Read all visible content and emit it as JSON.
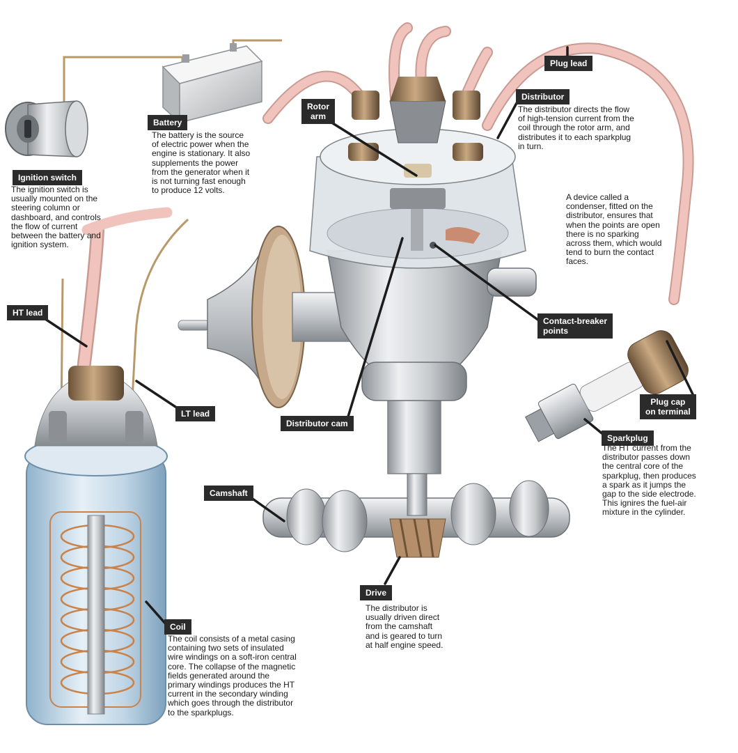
{
  "colors": {
    "label_bg": "#2b2b2b",
    "label_text": "#ffffff",
    "leader": "#1c1c1c",
    "lead_cable": "#f0c4bd",
    "coil_blue": "#c8dcec",
    "winding": "#c9824a",
    "metal": "#c4c8cc"
  },
  "components": {
    "ignition_switch": {
      "label": "Ignition switch",
      "description": "The ignition switch is\nusually mounted on the\nsteering column or\ndashboard, and controls\nthe flow of current\nbetween the battery and\nignition system."
    },
    "battery": {
      "label": "Battery",
      "description": "The battery is the source\nof electric power when the\nengine is stationary. It also\nsupplements the power\nfrom the generator when it\nis not turning fast enough\nto produce 12 volts."
    },
    "rotor_arm": {
      "label": "Rotor\narm"
    },
    "distributor": {
      "label": "Distributor",
      "description": "The distributor directs the flow\nof high-tension current from the\ncoil through the rotor arm, and\ndistributes it to each sparkplug\nin turn."
    },
    "plug_lead": {
      "label": "Plug lead"
    },
    "condenser_note": "A device called a\ncondenser, fitted on the\ndistributor, ensures that\nwhen the points are open\nthere is no sparking\nacross them, which would\ntend to burn the contact\nfaces.",
    "contact_breaker": {
      "label": "Contact-breaker\npoints"
    },
    "ht_lead": {
      "label": "HT lead"
    },
    "lt_lead": {
      "label": "LT lead"
    },
    "distributor_cam": {
      "label": "Distributor cam"
    },
    "plug_cap": {
      "label": "Plug cap\non terminal"
    },
    "sparkplug": {
      "label": "Sparkplug",
      "description": "The HT current from the\ndistributor passes down\nthe central core of the\nsparkplug, then produces\na spark as it jumps the\ngap to the side electrode.\nThis ignires the fuel-air\nmixture in the cylinder."
    },
    "camshaft": {
      "label": "Camshaft"
    },
    "drive": {
      "label": "Drive",
      "description": "The distributor is\nusually driven direct\nfrom the camshaft\nand is geared to turn\nat half engine speed."
    },
    "coil": {
      "label": "Coil",
      "description": "The coil consists of a metal casing\ncontaining two sets of insulated\nwire windings on a soft-iron central\ncore. The collapse of the magnetic\nfields generated around the\nprimary windings produces the HT\ncurrent in the secondary winding\nwhich goes through the distributor\nto the sparkplugs."
    }
  }
}
